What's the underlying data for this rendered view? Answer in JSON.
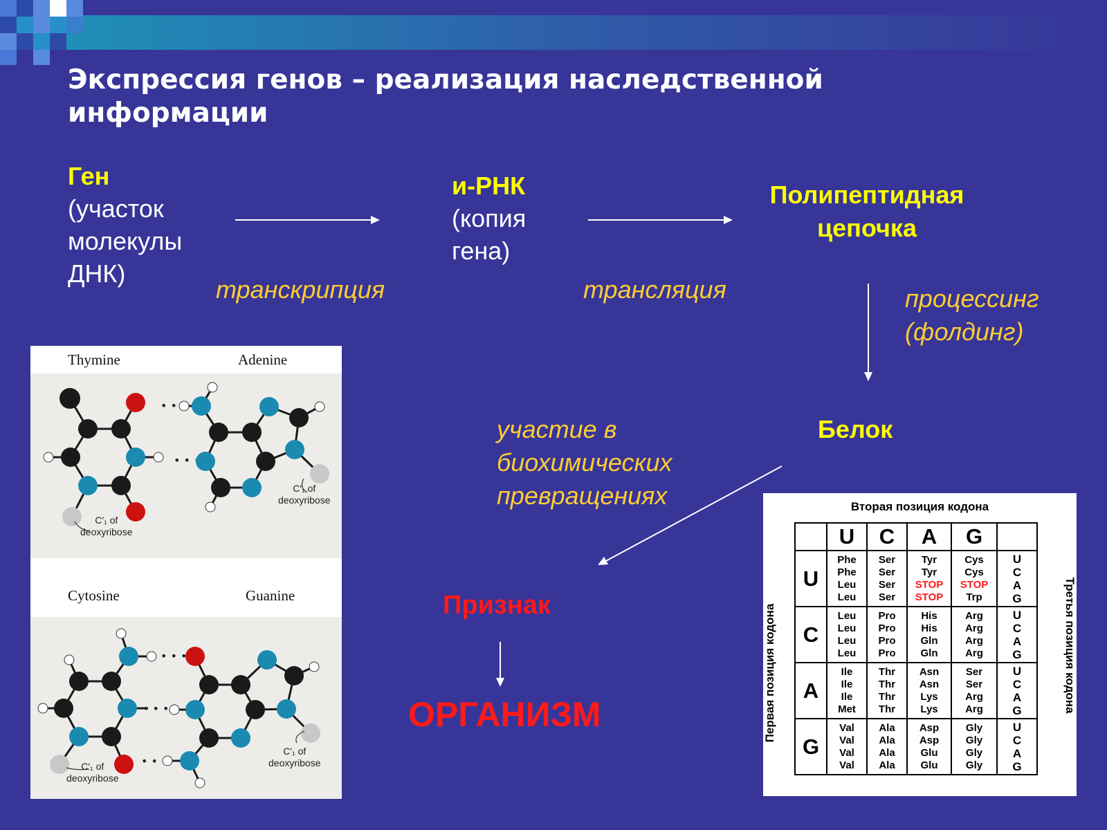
{
  "slide": {
    "title_line1": "Экспрессия генов – реализация наследственной",
    "title_line2": "информации"
  },
  "flow": {
    "gene_title": "Ген",
    "gene_desc": [
      "(участок",
      "молекулы",
      "ДНК)"
    ],
    "transcription": "транскрипция",
    "mrna_title": "и-РНК",
    "mrna_desc": [
      "(копия",
      "гена)"
    ],
    "translation": "трансляция",
    "polypeptide": [
      "Полипептидная",
      "цепочка"
    ],
    "processing": [
      "процессинг",
      "(фолдинг)"
    ],
    "protein": "Белок",
    "participation": [
      "участие в",
      "биохимических",
      "превращениях"
    ],
    "trait": "Признак",
    "organism": "ОРГАНИЗМ"
  },
  "colors": {
    "background": "#373598",
    "title": "#ffffff",
    "heading": "#ffff00",
    "process": "#ffcc33",
    "trait": "#ff1a1a"
  },
  "bases": {
    "thymine": "Thymine",
    "adenine": "Adenine",
    "cytosine": "Cytosine",
    "guanine": "Guanine",
    "deoxy_of": "of",
    "deoxy": "deoxyribose"
  },
  "codon_table": {
    "top_title": "Вторая позиция кодона",
    "left_title": "Первая позиция кодона",
    "right_title": "Третья позиция кодона",
    "second": [
      "U",
      "C",
      "A",
      "G"
    ],
    "first": [
      "U",
      "C",
      "A",
      "G"
    ],
    "third": [
      "U",
      "C",
      "A",
      "G"
    ],
    "rows": [
      [
        [
          "Phe",
          "Phe",
          "Leu",
          "Leu"
        ],
        [
          "Ser",
          "Ser",
          "Ser",
          "Ser"
        ],
        [
          "Tyr",
          "Tyr",
          "STOP",
          "STOP"
        ],
        [
          "Cys",
          "Cys",
          "STOP",
          "Trp"
        ]
      ],
      [
        [
          "Leu",
          "Leu",
          "Leu",
          "Leu"
        ],
        [
          "Pro",
          "Pro",
          "Pro",
          "Pro"
        ],
        [
          "His",
          "His",
          "Gln",
          "Gln"
        ],
        [
          "Arg",
          "Arg",
          "Arg",
          "Arg"
        ]
      ],
      [
        [
          "Ile",
          "Ile",
          "Ile",
          "Met"
        ],
        [
          "Thr",
          "Thr",
          "Thr",
          "Thr"
        ],
        [
          "Asn",
          "Asn",
          "Lys",
          "Lys"
        ],
        [
          "Ser",
          "Ser",
          "Arg",
          "Arg"
        ]
      ],
      [
        [
          "Val",
          "Val",
          "Val",
          "Val"
        ],
        [
          "Ala",
          "Ala",
          "Ala",
          "Ala"
        ],
        [
          "Asp",
          "Asp",
          "Glu",
          "Glu"
        ],
        [
          "Gly",
          "Gly",
          "Gly",
          "Gly"
        ]
      ]
    ]
  }
}
